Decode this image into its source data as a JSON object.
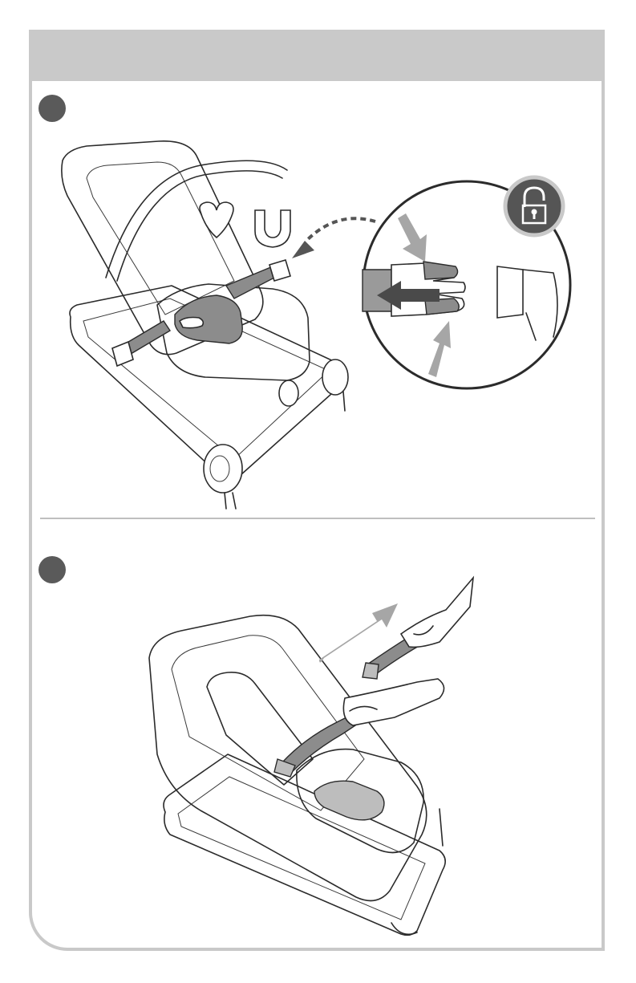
{
  "steps": [
    {
      "id": 1,
      "illustration": "unbuckle-toy-bar-strap",
      "icons": [
        "unlock-icon",
        "press-arrow-icon",
        "pull-arrow-icon"
      ]
    },
    {
      "id": 2,
      "illustration": "lift-toy-bar-from-seat",
      "icons": [
        "lift-arrow-icon"
      ]
    }
  ],
  "colors": {
    "header": "#c9c9c9",
    "frame": "#c9c9c9",
    "step_marker": "#5a5a5a",
    "arrow_gray": "#a6a6a6",
    "arrow_dark": "#4a4a4a",
    "lock_badge": "#555555"
  }
}
